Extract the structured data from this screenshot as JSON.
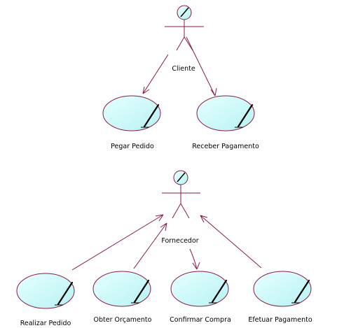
{
  "diagram": {
    "type": "use-case",
    "colors": {
      "line": "#8b1a4a",
      "fill": "#ccffff",
      "ink": "#000000"
    },
    "actors": [
      {
        "id": "cliente",
        "label": "Cliente"
      },
      {
        "id": "fornecedor",
        "label": "Fornecedor"
      }
    ],
    "use_cases": [
      {
        "id": "pegar_pedido",
        "label": "Pegar Pedido"
      },
      {
        "id": "receber_pagamento",
        "label": "Receber Pagamento"
      },
      {
        "id": "realizar_pedido",
        "label": "Realizar Pedido"
      },
      {
        "id": "obter_orcamento",
        "label": "Obter Orçamento"
      },
      {
        "id": "confirmar_compra",
        "label": "Confirmar Compra"
      },
      {
        "id": "efetuar_pagamento",
        "label": "Efetuar Pagamento"
      }
    ],
    "associations": [
      {
        "from": "cliente",
        "to": "pegar_pedido"
      },
      {
        "from": "cliente",
        "to": "receber_pagamento"
      },
      {
        "from": "realizar_pedido",
        "to": "fornecedor"
      },
      {
        "from": "obter_orcamento",
        "to": "fornecedor"
      },
      {
        "from": "fornecedor",
        "to": "confirmar_compra"
      },
      {
        "from": "efetuar_pagamento",
        "to": "fornecedor"
      }
    ]
  }
}
